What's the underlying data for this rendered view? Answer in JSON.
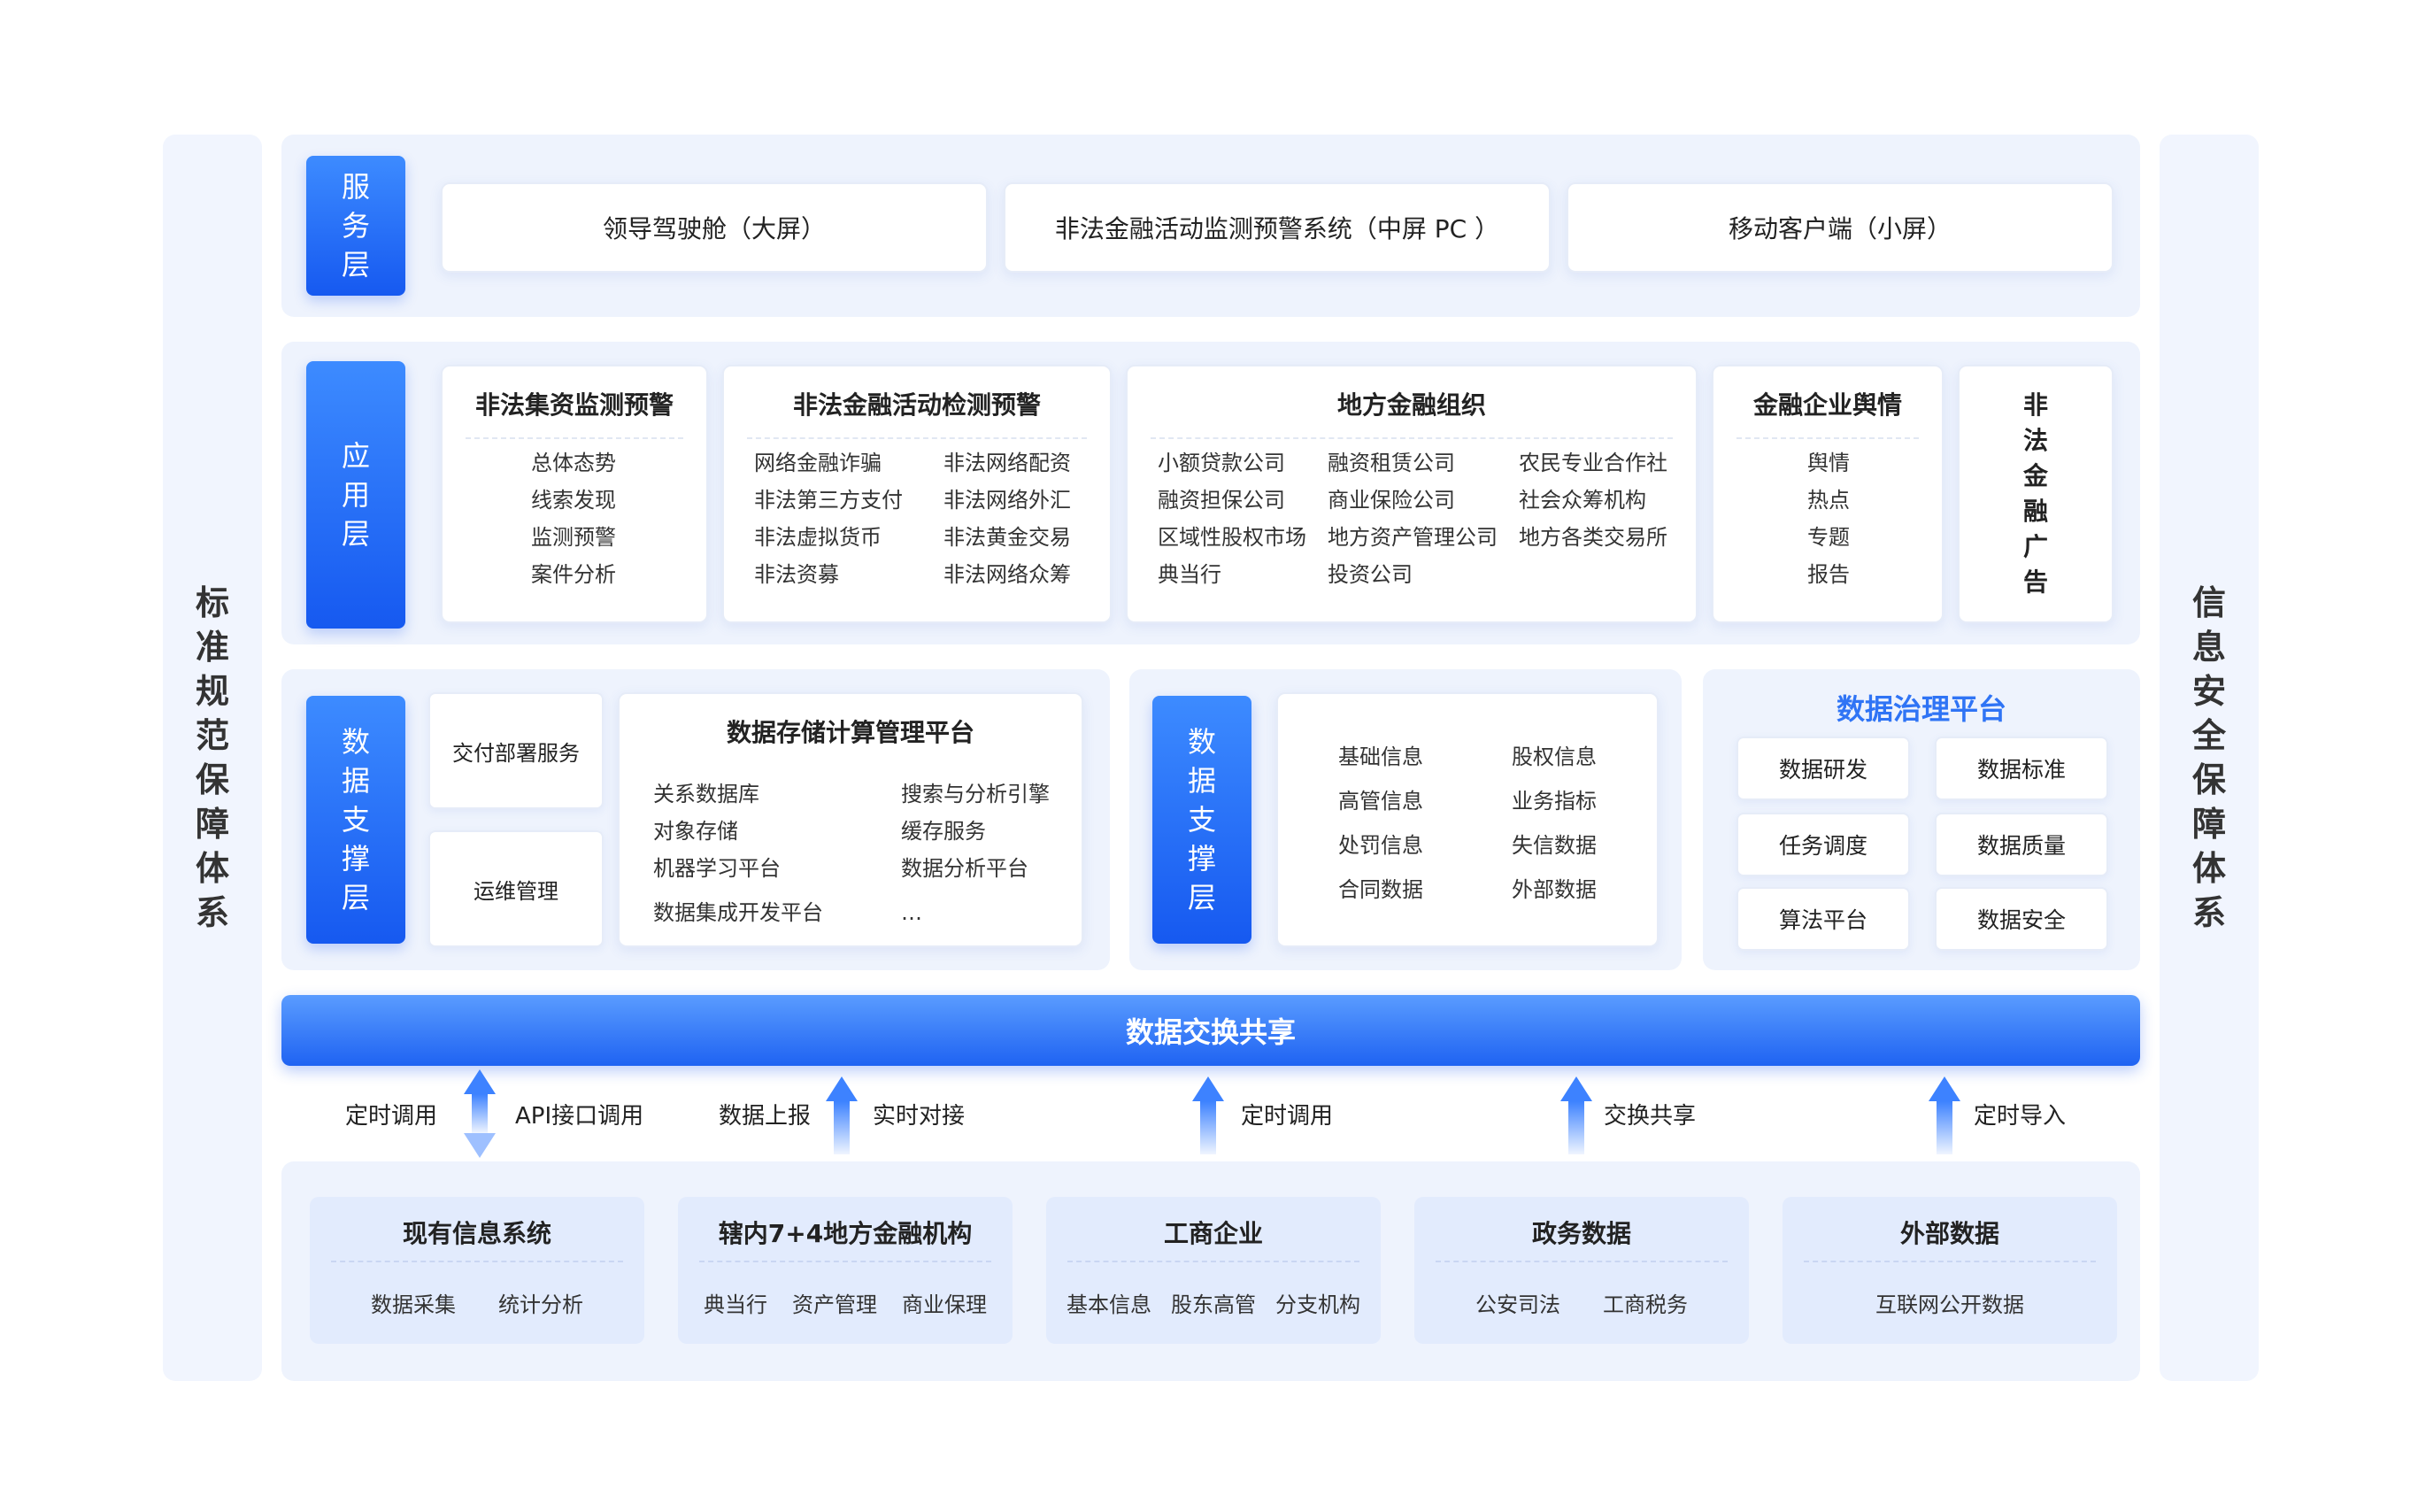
{
  "left_pillar": [
    "标",
    "准",
    "规",
    "范",
    "保",
    "障",
    "体",
    "系"
  ],
  "right_pillar": [
    "信",
    "息",
    "安",
    "全",
    "保",
    "障",
    "体",
    "系"
  ],
  "service_layer": {
    "label": [
      "服",
      "务",
      "层"
    ],
    "items": [
      "领导驾驶舱（大屏）",
      "非法金融活动监测预警系统（中屏 PC ）",
      "移动客户端（小屏）"
    ]
  },
  "app_layer": {
    "label": [
      "应",
      "用",
      "层"
    ],
    "cards": [
      {
        "title": "非法集资监测预警",
        "columns": [
          [
            "总体态势",
            "线索发现",
            "监测预警",
            "案件分析"
          ]
        ]
      },
      {
        "title": "非法金融活动检测预警",
        "columns": [
          [
            "网络金融诈骗",
            "非法第三方支付",
            "非法虚拟货币",
            "非法资募"
          ],
          [
            "非法网络配资",
            "非法网络外汇",
            "非法黄金交易",
            "非法网络众筹"
          ]
        ]
      },
      {
        "title": "地方金融组织",
        "columns": [
          [
            "小额贷款公司",
            "融资担保公司",
            "区域性股权市场",
            "典当行"
          ],
          [
            "融资租赁公司",
            "商业保险公司",
            "地方资产管理公司",
            "投资公司"
          ],
          [
            "农民专业合作社",
            "社会众筹机构",
            "地方各类交易所"
          ]
        ]
      },
      {
        "title": "金融企业舆情",
        "columns": [
          [
            "舆情",
            "热点",
            "专题",
            "报告"
          ]
        ]
      }
    ],
    "vertical_card": [
      "非",
      "法",
      "金",
      "融",
      "广",
      "告"
    ]
  },
  "data_support_1": {
    "label": [
      "数",
      "据",
      "支",
      "撑",
      "层"
    ],
    "deploy": "交付部署服务",
    "ops": "运维管理",
    "platform": {
      "title": "数据存储计算管理平台",
      "columns": [
        [
          "关系数据库",
          "对象存储",
          "机器学习平台",
          "数据集成开发平台"
        ],
        [
          "搜索与分析引擎",
          "缓存服务",
          "数据分析平台",
          "…"
        ]
      ]
    }
  },
  "data_support_2": {
    "label": [
      "数",
      "据",
      "支",
      "撑",
      "层"
    ],
    "columns": [
      [
        "基础信息",
        "高管信息",
        "处罚信息",
        "合同数据"
      ],
      [
        "股权信息",
        "业务指标",
        "失信数据",
        "外部数据"
      ]
    ]
  },
  "governance": {
    "title": "数据治理平台",
    "items": [
      "数据研发",
      "数据标准",
      "任务调度",
      "数据质量",
      "算法平台",
      "数据安全"
    ]
  },
  "exchange_bar": "数据交换共享",
  "arrows": [
    {
      "left": "定时调用",
      "right": "API接口调用"
    },
    {
      "left": "数据上报",
      "right": "实时对接"
    },
    {
      "right": "定时调用"
    },
    {
      "right": "交换共享"
    },
    {
      "right": "定时导入"
    }
  ],
  "sources": [
    {
      "title": "现有信息系统",
      "items": [
        "数据采集",
        "统计分析"
      ]
    },
    {
      "title": "辖内7+4地方金融机构",
      "items": [
        "典当行",
        "资产管理",
        "商业保理"
      ]
    },
    {
      "title": "工商企业",
      "items": [
        "基本信息",
        "股东高管",
        "分支机构"
      ]
    },
    {
      "title": "政务数据",
      "items": [
        "公安司法",
        "工商税务"
      ]
    },
    {
      "title": "外部数据",
      "items": [
        "互联网公开数据"
      ]
    }
  ],
  "colors": {
    "primary": "#1f63f2",
    "panel": "#eef3fd",
    "accent_text": "#2f74f5"
  }
}
